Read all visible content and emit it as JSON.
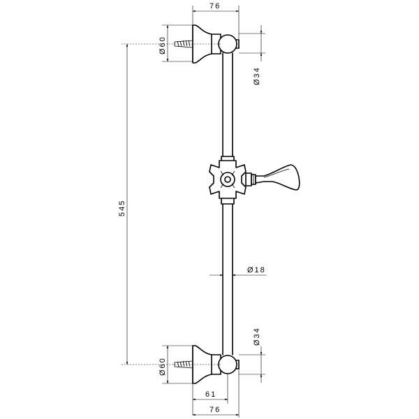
{
  "dimensions": {
    "top_width": "76",
    "top_bracket_diameter": "Ø60",
    "top_rosette_diameter": "Ø34",
    "overall_length": "545",
    "rail_diameter": "Ø18",
    "bottom_rosette_diameter": "Ø34",
    "bottom_bracket_diameter": "Ø60",
    "bottom_offset": "61",
    "bottom_width": "76"
  }
}
